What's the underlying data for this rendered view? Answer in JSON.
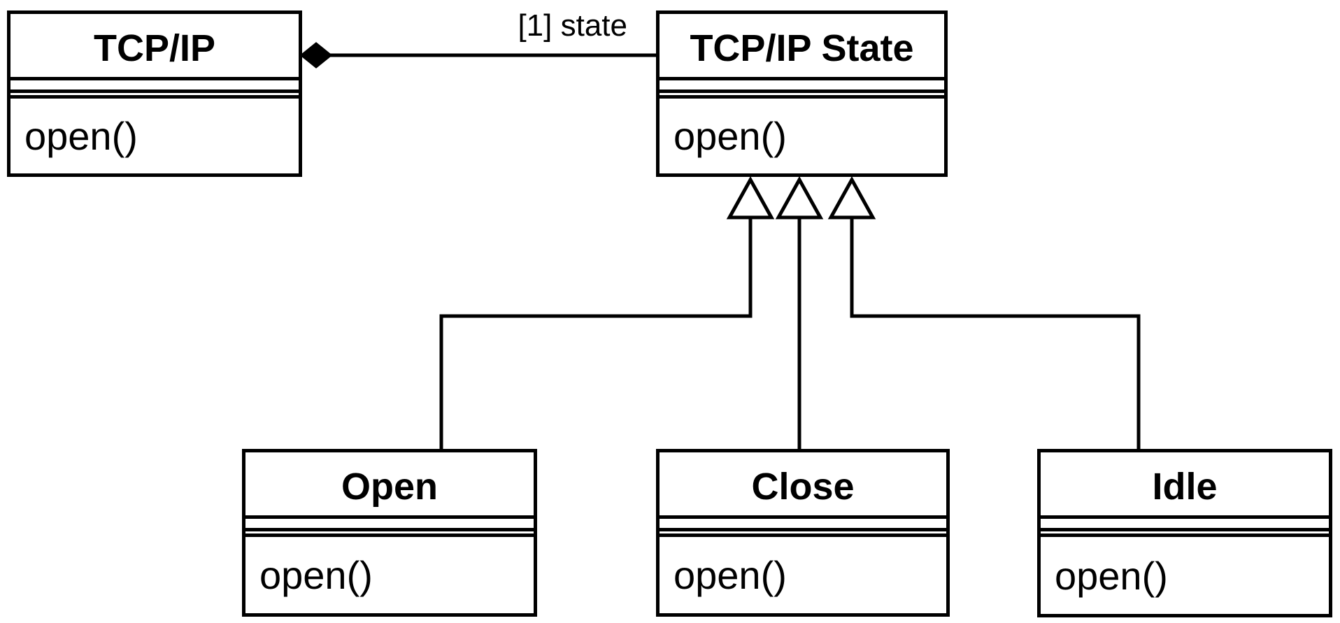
{
  "diagram": {
    "type": "uml-class-diagram",
    "background_color": "#ffffff",
    "line_color": "#000000",
    "classes": [
      {
        "name": "TCP/IP",
        "attributes": [],
        "methods": [
          "open()"
        ]
      },
      {
        "name": "TCP/IP State",
        "attributes": [],
        "methods": [
          "open()"
        ]
      },
      {
        "name": "Open",
        "attributes": [],
        "methods": [
          "open()"
        ]
      },
      {
        "name": "Close",
        "attributes": [],
        "methods": [
          "open()"
        ]
      },
      {
        "name": "Idle",
        "attributes": [],
        "methods": [
          "open()"
        ]
      }
    ],
    "relationships": [
      {
        "type": "composition",
        "from": "TCP/IP",
        "to": "TCP/IP State",
        "label": "[1] state",
        "diamond": "filled"
      },
      {
        "type": "generalization",
        "from": "Open",
        "to": "TCP/IP State",
        "arrowhead": "hollow-triangle"
      },
      {
        "type": "generalization",
        "from": "Close",
        "to": "TCP/IP State",
        "arrowhead": "hollow-triangle"
      },
      {
        "type": "generalization",
        "from": "Idle",
        "to": "TCP/IP State",
        "arrowhead": "hollow-triangle"
      }
    ]
  }
}
